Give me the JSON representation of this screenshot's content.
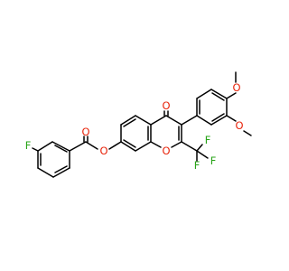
{
  "molecule": {
    "atom_labels": {
      "o_methoxy_upper": "O",
      "o_methoxy_lower": "O",
      "o_ketone": "O",
      "o_ring": "O",
      "o_ester_link": "O",
      "o_ester_carbonyl": "O",
      "f_aryl": "F",
      "f_cf3_top": "F",
      "f_cf3_left": "F",
      "f_cf3_right": "F"
    },
    "colors": {
      "bond": "#000000",
      "oxygen": "#e8250c",
      "fluorine": "#28a418",
      "background": "#ffffff"
    }
  }
}
